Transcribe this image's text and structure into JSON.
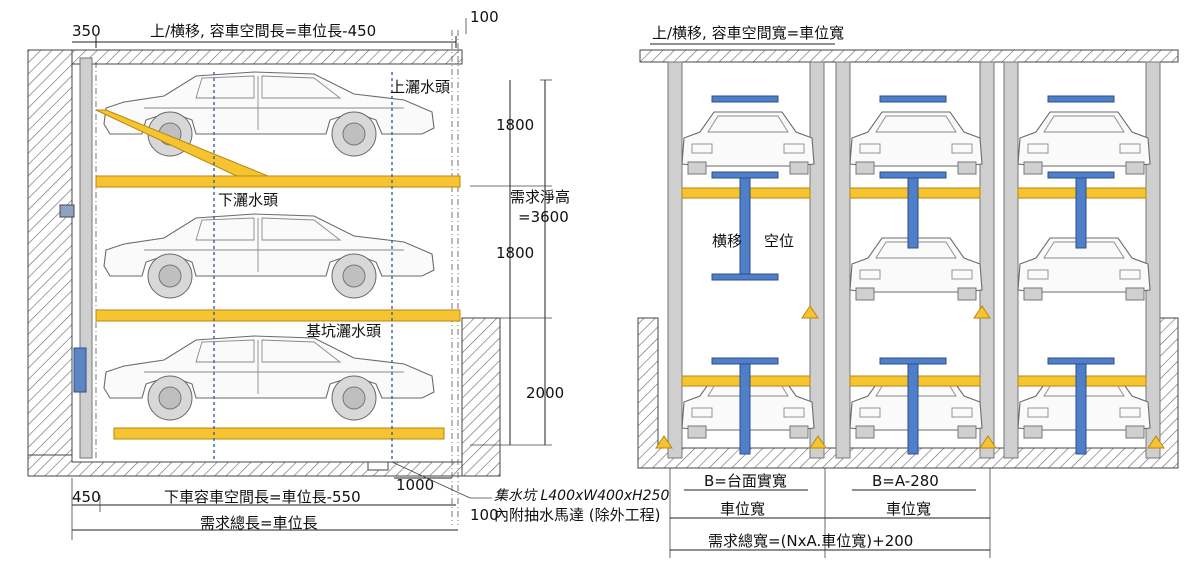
{
  "side_view": {
    "top_length_label": "上/横移, 容車空間長=車位長-450",
    "top_left_dim": "350",
    "top_right_dim": "100",
    "upper_sprinkler": "上灑水頭",
    "lower_sprinkler": "下灑水頭",
    "pit_sprinkler": "基坑灑水頭",
    "height_upper": "1800",
    "height_middle": "1800",
    "height_pit": "2000",
    "clear_height_line1": "需求淨高",
    "clear_height_line2": "=3600",
    "dim_1000": "1000",
    "sump_line1": "集水坑 L400xW400xH250",
    "sump_line2": "內附抽水馬達 (除外工程)",
    "bottom_left_dim": "450",
    "bottom_right_dim": "100",
    "lower_length_label": "下車容車空間長=車位長-550",
    "total_length_label": "需求總長=車位長"
  },
  "front_view": {
    "top_width_label": "上/横移, 容車空間寬=車位寬",
    "shift_label": "横移",
    "empty_label": "空位",
    "b_label": "B=台面實寬",
    "b_formula_label": "B=A-280",
    "bay_width_1": "車位寬",
    "bay_width_2": "車位寬",
    "total_width_label": "需求總寬=(NxA.車位寬)+200"
  },
  "colors": {
    "platform": "#f7c431",
    "lift_arm": "#4f7fc8",
    "wall_hatch": "#555555",
    "post": "#cfcfcf"
  }
}
